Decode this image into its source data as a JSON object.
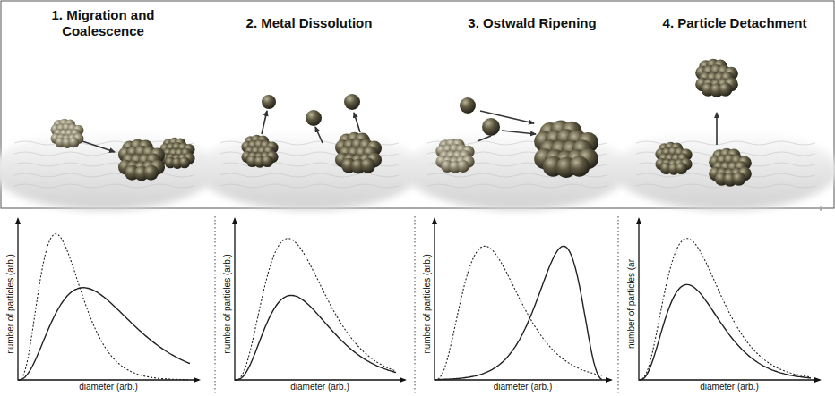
{
  "diagram": {
    "labels": [
      "1. Migration and Coalescence",
      "2. Metal Dissolution",
      "3. Ostwald Ripening",
      "4. Particle Detachment",
      "number of particles (arb.)",
      "diameter (arb.)",
      "number of particles (arb.)",
      "diameter (arb.)",
      "number of particles (arb.)",
      "diameter (arb.)",
      "number of particles (ar",
      "diameter (arb.)"
    ]
  }
}
